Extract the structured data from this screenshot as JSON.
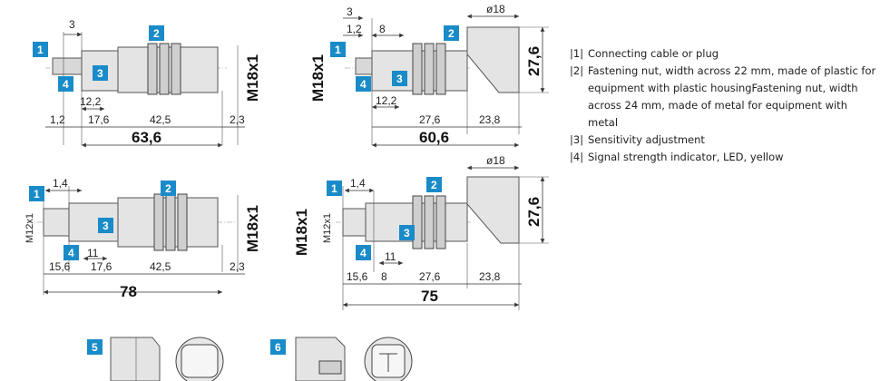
{
  "legend": [
    {
      "num": "|1|",
      "text": "Connecting cable or plug"
    },
    {
      "num": "|2|",
      "text": "Fastening nut, width across 22 mm, made of plastic for equipment with plastic housingFastening nut, width across 24 mm, made of metal for equipment with metal"
    },
    {
      "num": "|3|",
      "text": "Sensitivity adjustment"
    },
    {
      "num": "|4|",
      "text": "Signal strength indicator, LED, yellow"
    }
  ],
  "badges": [
    "1",
    "2",
    "3",
    "4",
    "5",
    "6"
  ],
  "colors": {
    "badge": "#1a8bc9"
  },
  "views": {
    "v1": {
      "thread": "M18x1",
      "dims_top": [
        "3"
      ],
      "dims_mid": [
        "12,2"
      ],
      "dims_bottom": [
        "1,2",
        "17,6",
        "42,5",
        "2,3"
      ],
      "total": "63,6"
    },
    "v2": {
      "thread": "M18x1",
      "dims_top": [
        "3",
        "1,2",
        "8",
        "ø18"
      ],
      "height": "27,6",
      "dims_mid": [
        "12,2"
      ],
      "dims_bottom": [
        "27,6",
        "23,8"
      ],
      "total": "60,6"
    },
    "v3": {
      "thread": "M18x1",
      "plug_thread": "M12x1",
      "dims_top": [
        "1,4"
      ],
      "dims_mid": [
        "11"
      ],
      "dims_bottom": [
        "15,6",
        "17,6",
        "42,5",
        "2,3"
      ],
      "total": "78"
    },
    "v4": {
      "thread": "M18x1",
      "plug_thread": "M12x1",
      "dims_top": [
        "1,4",
        "ø18"
      ],
      "height": "27,6",
      "dims_mid": [
        "11"
      ],
      "dims_bottom": [
        "15,6",
        "8",
        "27,6",
        "23,8"
      ],
      "total": "75"
    }
  }
}
